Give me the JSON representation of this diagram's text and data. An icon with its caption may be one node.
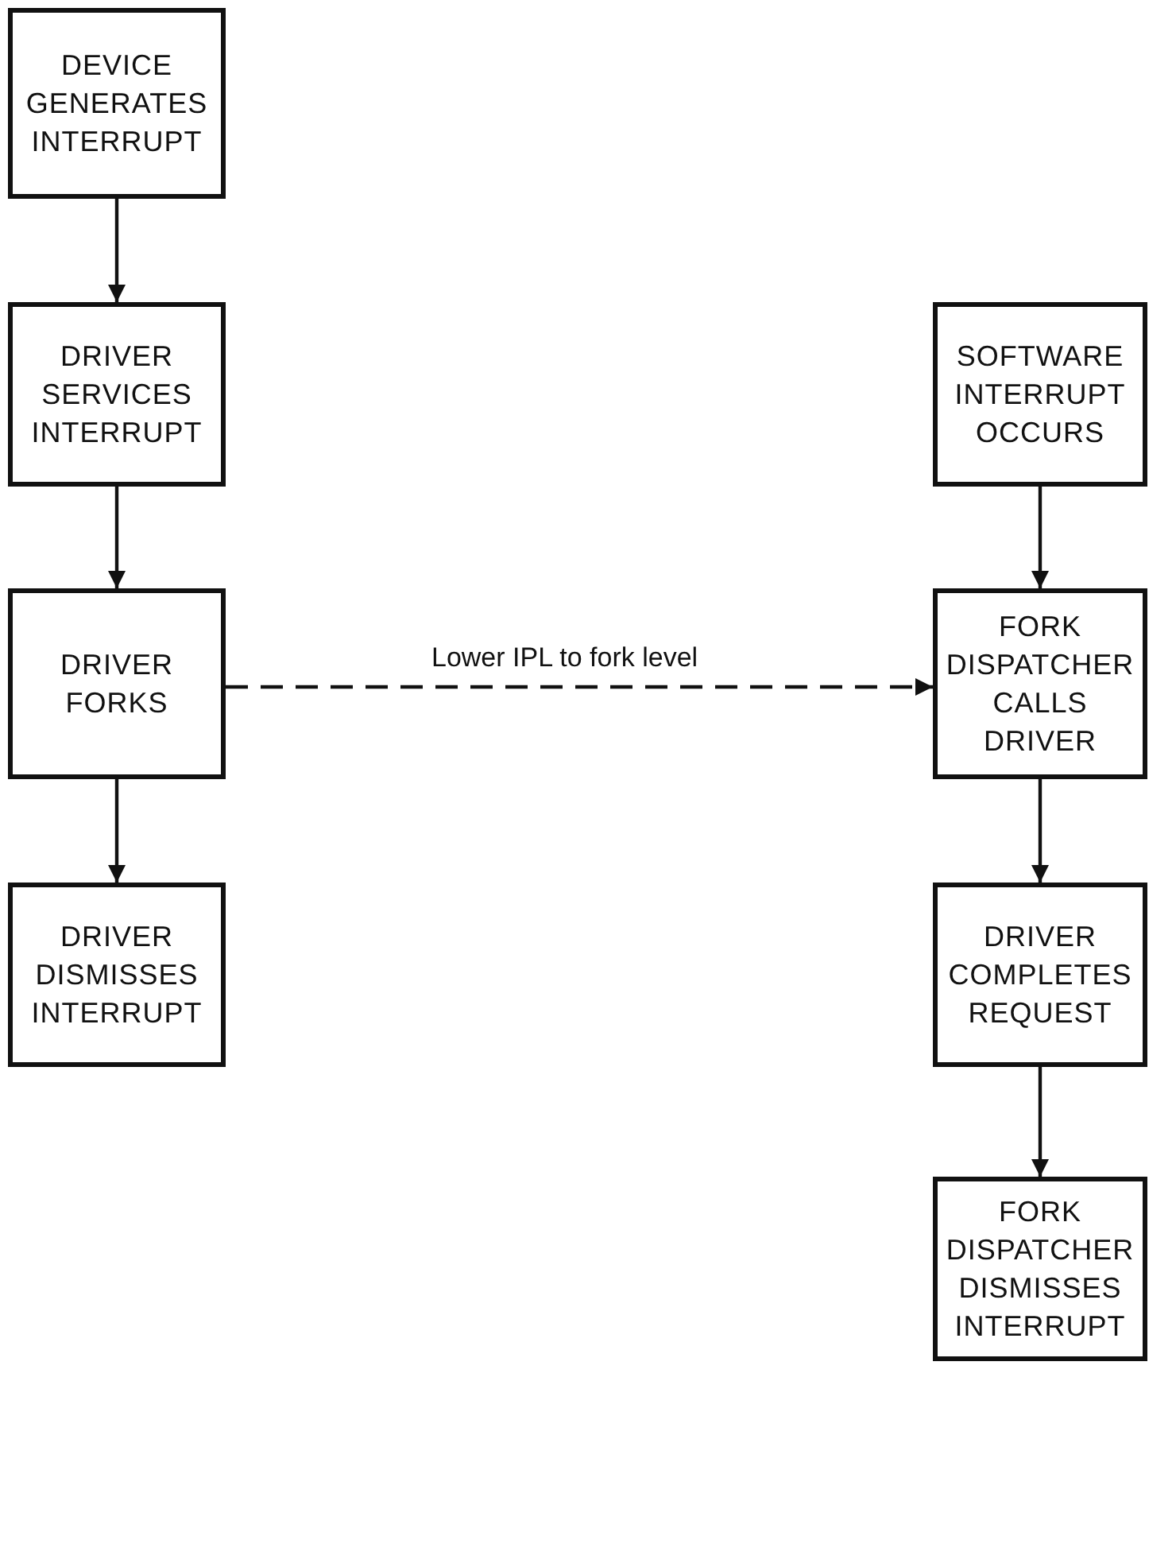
{
  "diagram": {
    "nodes": [
      {
        "text": [
          "DEVICE GENERATES INTERRUPT"
        ]
      },
      {
        "text": [
          "DRIVER SERVICES INTERRUPT"
        ]
      },
      {
        "text": [
          "DRIVER FORKS"
        ]
      },
      {
        "text": [
          "DRIVER DISMISSES INTERRUPT"
        ]
      },
      {
        "text": [
          "SOFTWARE INTERRUPT OCCURS"
        ]
      },
      {
        "text": [
          "FORK DISPATCHER CALLS DRIVER"
        ]
      },
      {
        "text": [
          "DRIVER COMPLETES REQUEST"
        ]
      },
      {
        "text": [
          "FORK DISPATCHER DISMISSES INTERRUPT"
        ]
      }
    ],
    "edges": [
      {
        "from": 0,
        "to": 1,
        "arrow": "to"
      },
      {
        "from": 1,
        "to": 2,
        "arrow": "to"
      },
      {
        "from": 2,
        "to": 3,
        "arrow": "to"
      },
      {
        "from": 2,
        "to": 5,
        "arrow": "to",
        "label": "Lower IPL to fork level",
        "style": "dashed"
      },
      {
        "from": 4,
        "to": 5,
        "arrow": "to"
      },
      {
        "from": 5,
        "to": 6,
        "arrow": "to"
      },
      {
        "from": 6,
        "to": 7,
        "arrow": "to"
      }
    ]
  }
}
